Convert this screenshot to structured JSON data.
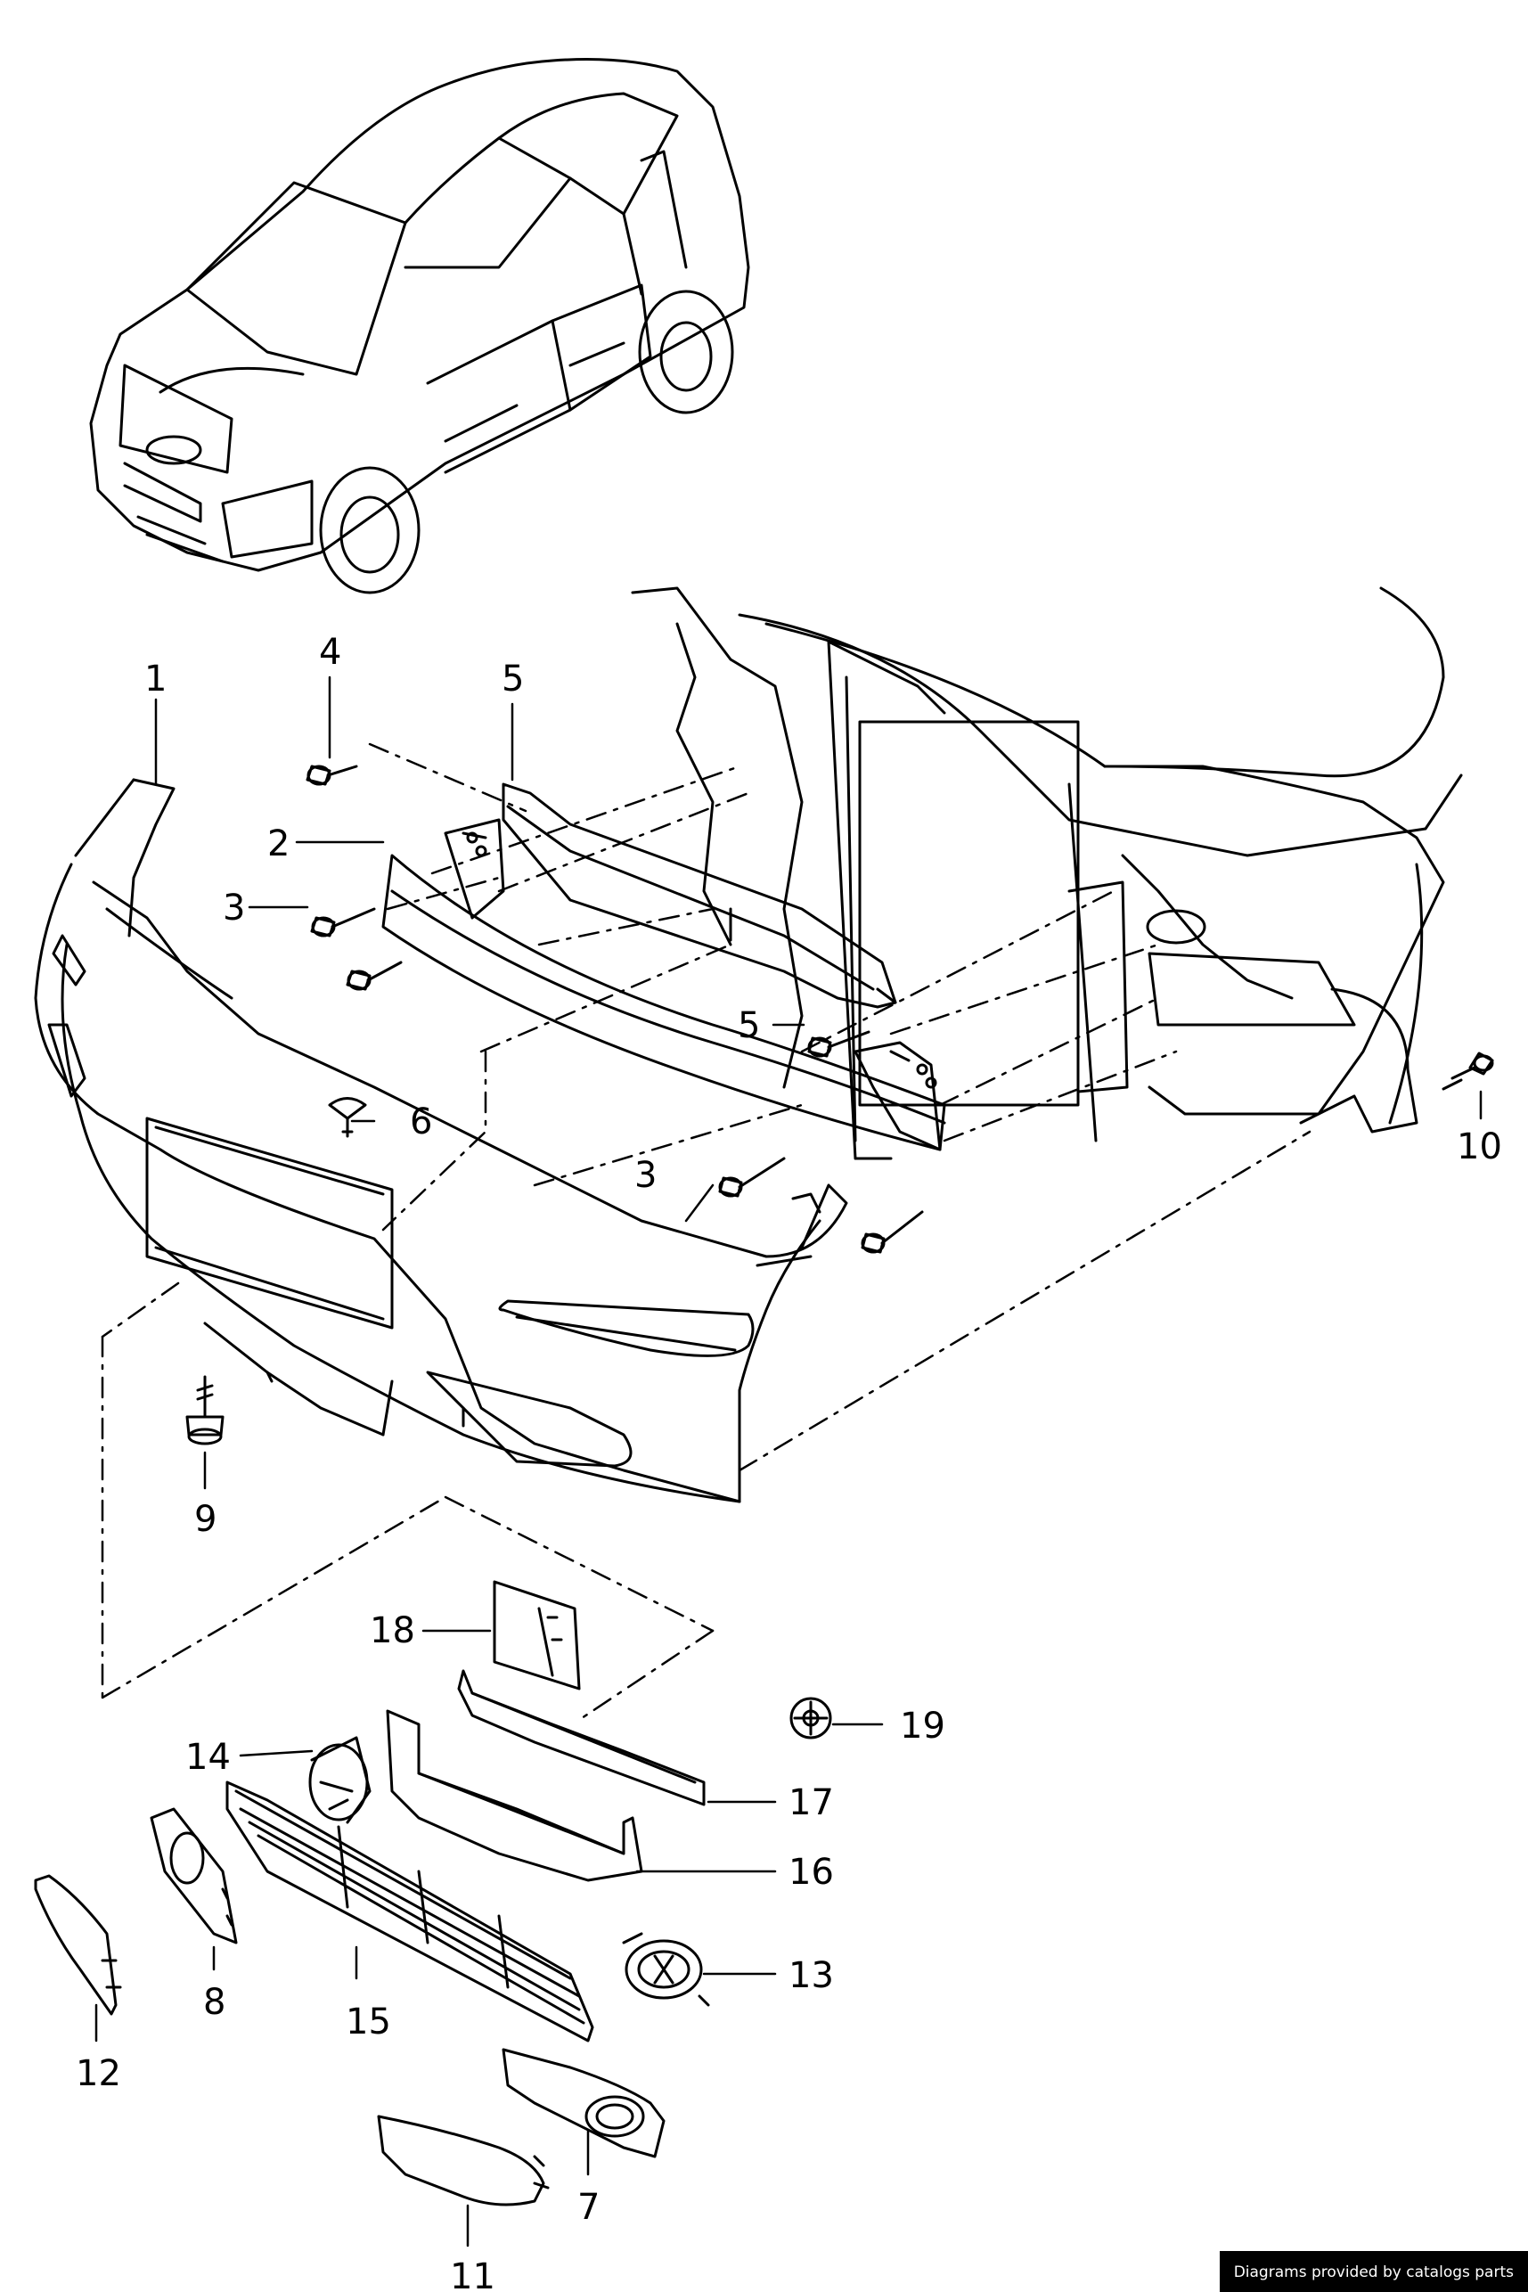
{
  "credit": "Diagrams provided by catalogs parts",
  "callouts": [
    "1",
    "2",
    "3",
    "4",
    "5",
    "6",
    "3",
    "5",
    "10",
    "9",
    "18",
    "19",
    "14",
    "17",
    "16",
    "13",
    "8",
    "15",
    "12",
    "7",
    "11"
  ],
  "colors": {
    "ink": "#000000",
    "paper": "#ffffff"
  }
}
